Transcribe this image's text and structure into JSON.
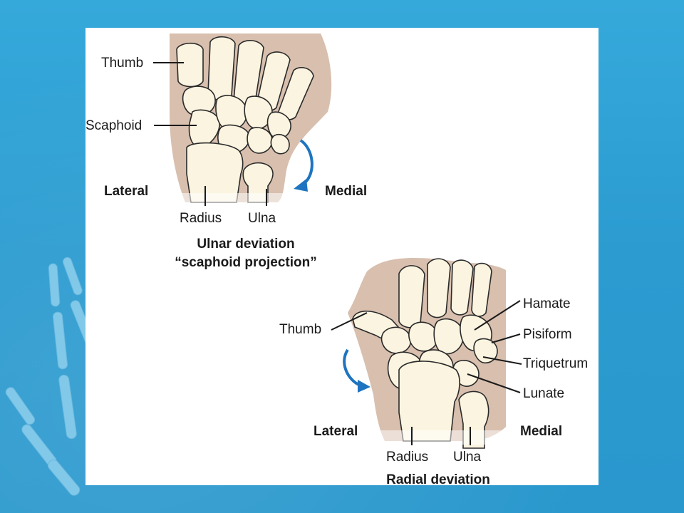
{
  "colors": {
    "background": "#2e9fd2",
    "slide": "#ffffff",
    "skin": "#d8bfae",
    "bone": "#fbf4e0",
    "outline": "#2a2a2a",
    "arrow": "#1e74c0"
  },
  "top_view": {
    "labels": {
      "thumb": "Thumb",
      "scaphoid": "Scaphoid",
      "lateral": "Lateral",
      "medial": "Medial",
      "radius": "Radius",
      "ulna": "Ulna"
    },
    "caption_line1": "Ulnar deviation",
    "caption_line2": "“scaphoid projection”"
  },
  "bottom_view": {
    "labels": {
      "thumb": "Thumb",
      "hamate": "Hamate",
      "pisiform": "Pisiform",
      "triquetrum": "Triquetrum",
      "lunate": "Lunate",
      "lateral": "Lateral",
      "medial": "Medial",
      "radius": "Radius",
      "ulna": "Ulna"
    },
    "caption": "Radial deviation"
  },
  "icons": {
    "ulnar_arrow": "curved-arrow-icon",
    "radial_arrow": "curved-arrow-icon"
  }
}
